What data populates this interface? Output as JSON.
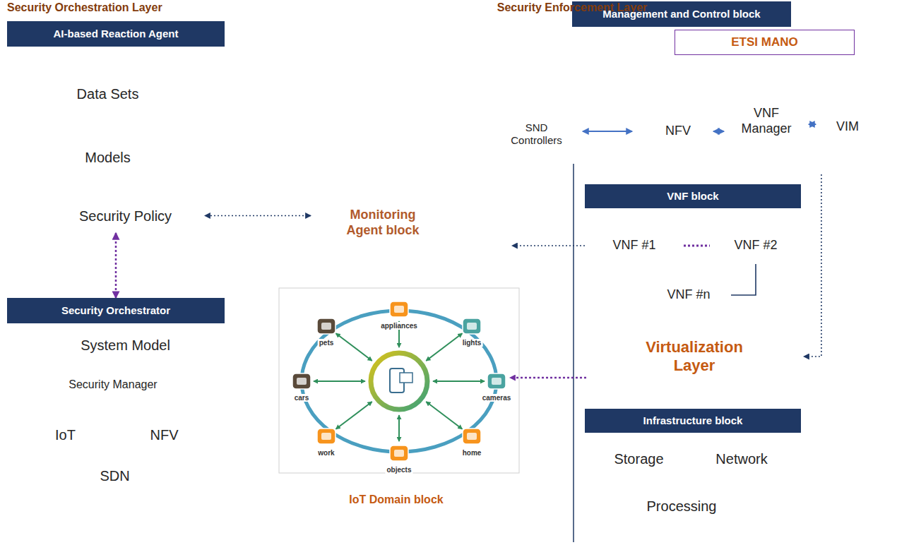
{
  "diagram": {
    "nodes": [
      {
        "text": [
          "Security Orchestration Layer"
        ]
      },
      {
        "text": [
          "Security Enforcement Layer"
        ]
      },
      {
        "text": [
          "AI-based Reaction Agent"
        ]
      },
      {
        "text": [
          "Data Sets"
        ],
        "in": 2
      },
      {
        "text": [
          "Models"
        ],
        "in": 2
      },
      {
        "text": [
          "Security Policy"
        ],
        "in": 2
      },
      {
        "text": [
          "Security Orchestrator"
        ]
      },
      {
        "text": [
          "System Model"
        ],
        "in": 6
      },
      {
        "text": [
          "Security Manager"
        ],
        "in": 6
      },
      {
        "text": [
          "IoT"
        ],
        "in": 8
      },
      {
        "text": [
          "NFV"
        ],
        "in": 8
      },
      {
        "text": [
          "SDN"
        ],
        "in": 8
      },
      {
        "text": [
          "IoT Domain block"
        ]
      },
      {
        "text": [
          "Monitoring Agent block"
        ],
        "in": 12
      },
      {
        "text": [
          "Management and Control block"
        ]
      },
      {
        "text": [
          "SND Controllers"
        ],
        "in": 14
      },
      {
        "text": [
          "ETSI MANO"
        ],
        "in": 14
      },
      {
        "text": [
          "NFV"
        ],
        "in": 16
      },
      {
        "text": [
          "VNF Manager"
        ],
        "in": 16
      },
      {
        "text": [
          "VIM"
        ],
        "in": 16
      },
      {
        "text": [
          "VNF block"
        ]
      },
      {
        "text": [
          "VNF #1"
        ],
        "in": 20
      },
      {
        "text": [
          "VNF #2"
        ],
        "in": 20
      },
      {
        "text": [
          "VNF #n"
        ],
        "in": 20
      },
      {
        "text": [
          "Virtualization Layer"
        ]
      },
      {
        "text": [
          "Infrastructure block"
        ]
      },
      {
        "text": [
          "Storage"
        ],
        "in": 25
      },
      {
        "text": [
          "Network"
        ],
        "in": 25
      },
      {
        "text": [
          "Processing"
        ],
        "in": 25
      }
    ],
    "edges": [
      {
        "from": 13,
        "to": 5,
        "arrow": "both"
      },
      {
        "from": 2,
        "to": 6,
        "arrow": "both"
      },
      {
        "from": 15,
        "to": 16,
        "arrow": "both"
      },
      {
        "from": 17,
        "to": 18,
        "arrow": "both"
      },
      {
        "from": 18,
        "to": 19,
        "arrow": "both"
      },
      {
        "from": 21,
        "to": 13,
        "arrow": "to"
      },
      {
        "from": 21,
        "to": 22,
        "arrow": "none"
      },
      {
        "from": 22,
        "to": 23,
        "arrow": "none"
      },
      {
        "from": 16,
        "to": 24,
        "arrow": "to"
      }
    ],
    "labels": [
      "appliances",
      "lights",
      "cameras",
      "home",
      "objects",
      "work",
      "cars",
      "pets"
    ]
  }
}
